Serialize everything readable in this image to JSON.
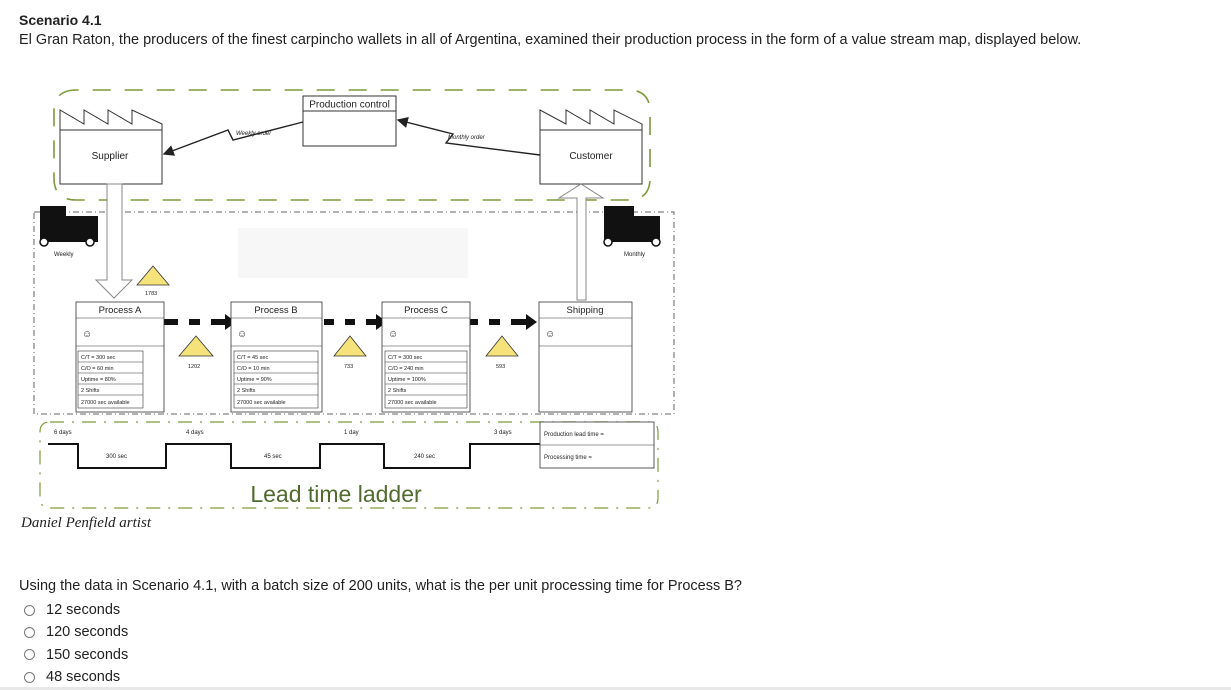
{
  "scenario": {
    "title": "Scenario 4.1",
    "text": "El Gran Raton, the producers of the finest carpincho wallets in all of Argentina, examined their production process in the form of a value stream map, displayed below."
  },
  "diagram": {
    "production_control": "Production control",
    "supplier": "Supplier",
    "customer": "Customer",
    "weekly_order": "Weekly order",
    "monthly_order": "Monthly order",
    "weekly": "Weekly",
    "monthly": "Monthly",
    "inv_1": "1783",
    "inv_2": "1202",
    "inv_3": "733",
    "inv_4": "593",
    "process_a": {
      "name": "Process A",
      "ct": "C/T = 300 sec",
      "co": "C/O = 60 min",
      "uptime": "Uptime = 80%",
      "shifts": "2 Shifts",
      "available": "27000 sec available"
    },
    "process_b": {
      "name": "Process B",
      "ct": "C/T = 45 sec",
      "co": "C/O = 10 min",
      "uptime": "Uptime = 90%",
      "shifts": "2 Shifts",
      "available": "27000 sec available"
    },
    "process_c": {
      "name": "Process C",
      "ct": "C/T = 300 sec",
      "co": "C/O = 240 min",
      "uptime": "Uptime = 100%",
      "shifts": "2 Shifts",
      "available": "27000 sec available"
    },
    "shipping": "Shipping",
    "ladder": {
      "d1": "6 days",
      "d2": "4 days",
      "d3": "1 day",
      "d4": "3 days",
      "t1": "300 sec",
      "t2": "45 sec",
      "t3": "240 sec",
      "lead_label": "Production lead time =",
      "proc_label": "Processing time ="
    },
    "lead_time_ladder": "Lead time ladder",
    "artist": "Daniel Penfield artist"
  },
  "question": {
    "text": "Using the data in Scenario 4.1, with a batch size of 200 units, what is the per unit processing time for Process B?",
    "options": [
      "12 seconds",
      "120 seconds",
      "150 seconds",
      "48 seconds"
    ]
  },
  "colors": {
    "green_dash": "#7d9a3a",
    "inventory_fill": "#f5e27a",
    "lead_time_text": "#4f6b2e"
  }
}
